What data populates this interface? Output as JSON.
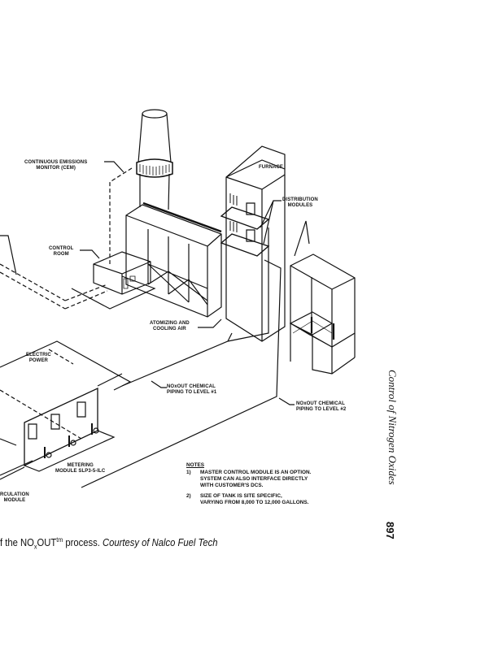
{
  "diagram": {
    "labels": {
      "cem": "CONTINUOUS EMISSIONS\nMONITOR (CEM)",
      "furnace": "FURNACE",
      "distribution": "DISTRIBUTION\nMODULES",
      "control_room": "CONTROL\nROOM",
      "atomizing": "ATOMIZING AND\nCOOLING AIR",
      "electric_power": "ELECTRIC\nPOWER",
      "piping_1": "NOxOUT CHEMICAL\nPIPING TO LEVEL #1",
      "piping_2": "NOxOUT CHEMICAL\nPIPING TO LEVEL #2",
      "metering": "METERING\nMODULE SLP3-5-ILC",
      "circulation": "RCULATION\nMODULE"
    },
    "notes": {
      "heading": "NOTES",
      "items": [
        {
          "num": "1)",
          "text": "MASTER CONTROL MODULE IS AN OPTION.\nSYSTEM CAN ALSO INTERFACE DIRECTLY\nWITH CUSTOMER'S DCS."
        },
        {
          "num": "2)",
          "text": "SIZE OF TANK IS SITE SPECIFIC,\nVARYING FROM 8,000 TO 12,000 GALLONS."
        }
      ]
    }
  },
  "caption": {
    "prefix": "f the NO",
    "sub": "x",
    "mid": "OUT",
    "sup": "tm",
    "suffix": " process. ",
    "credit": "Courtesy of Nalco Fuel Tech"
  },
  "running_head": "Control of Nitrogen Oxides",
  "page_number": "897"
}
